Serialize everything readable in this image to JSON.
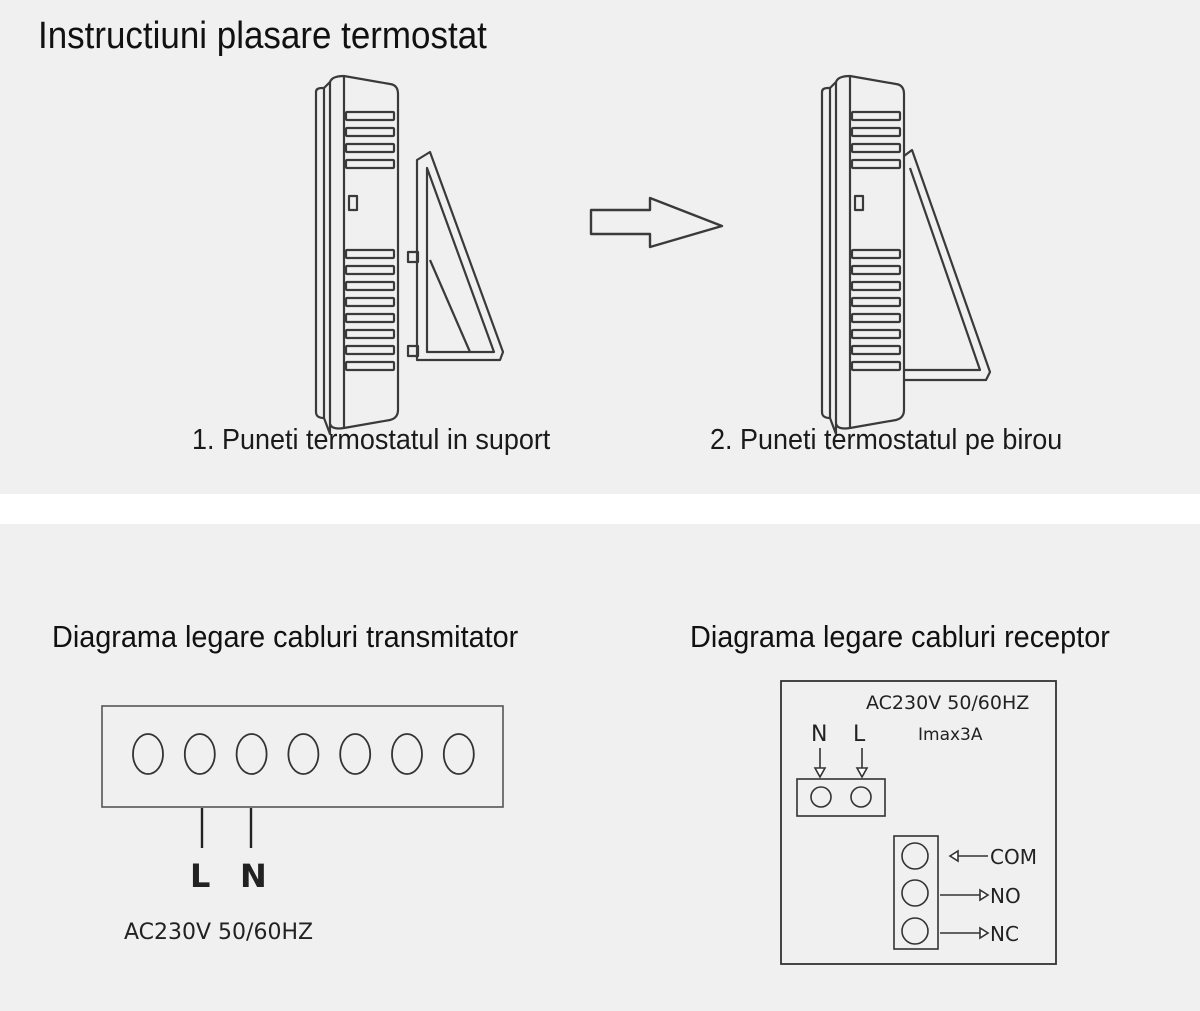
{
  "placement": {
    "title": "Instructiuni plasare termostat",
    "step1_caption": "1. Puneti termostatul in suport",
    "step2_caption": "2. Puneti termostatul pe birou"
  },
  "transmitter": {
    "title": "Diagrama legare cabluri transmitator",
    "terminal_count": 7,
    "label_l": "L",
    "label_n": "N",
    "supply": "AC230V 50/60HZ"
  },
  "receiver": {
    "title": "Diagrama legare cabluri receptor",
    "supply": "AC230V 50/60HZ",
    "current": "Imax3A",
    "label_n": "N",
    "label_l": "L",
    "com": "COM",
    "no": "NO",
    "nc": "NC"
  },
  "colors": {
    "panel": "#f0f0f0",
    "line": "#3a3a3a"
  }
}
